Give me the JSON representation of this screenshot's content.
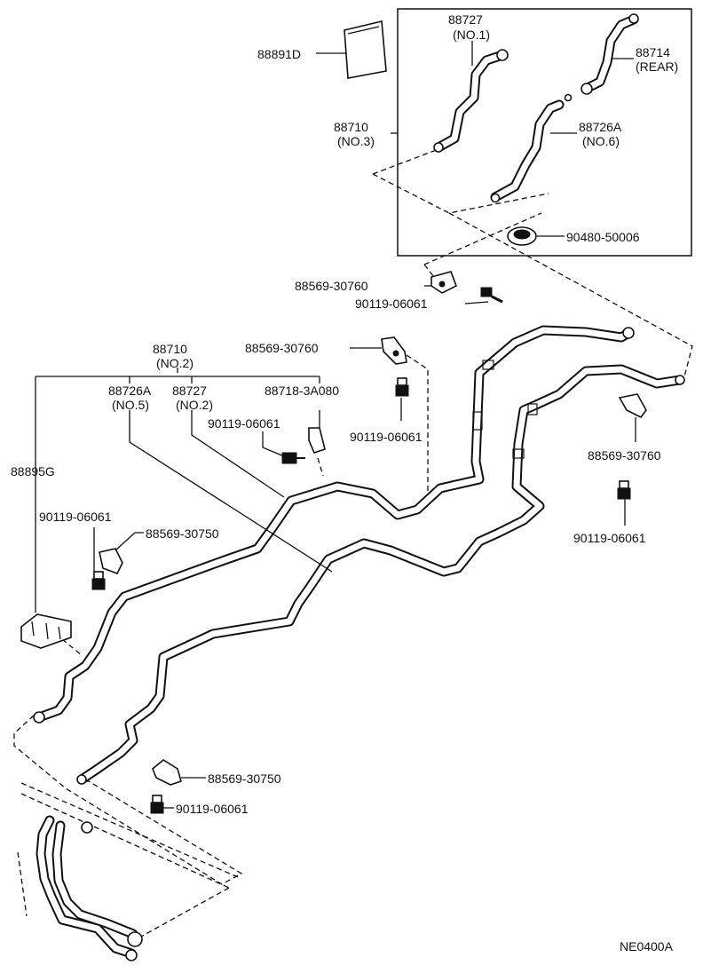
{
  "diagram_code": "NE0400A",
  "labels": {
    "l88891d": "88891D",
    "l88727": "88727",
    "l88727_no1": "(NO.1)",
    "l88714": "88714",
    "l88714_rear": "(REAR)",
    "l88710_top": "88710",
    "l88710_no3": "(NO.3)",
    "l88726a_top": "88726A",
    "l88726a_no6": "(NO.6)",
    "l90480": "90480-50006",
    "l88569_a": "88569-30760",
    "l90119_a": "90119-06061",
    "l88710_mid": "88710",
    "l88710_no2": "(NO.2)",
    "l88569_b": "88569-30760",
    "l88726a_mid": "88726A",
    "l88726a_no5": "(NO.5)",
    "l88727_mid": "88727",
    "l88727_no2": "(NO.2)",
    "l88718": "88718-3A080",
    "l90119_b": "90119-06061",
    "l90119_c": "90119-06061",
    "l88895g": "88895G",
    "l90119_d": "90119-06061",
    "l88569_c": "88569-30750",
    "l88569_d": "88569-30760",
    "l90119_e": "90119-06061",
    "l88569_e": "88569-30750",
    "l90119_f": "90119-06061"
  }
}
